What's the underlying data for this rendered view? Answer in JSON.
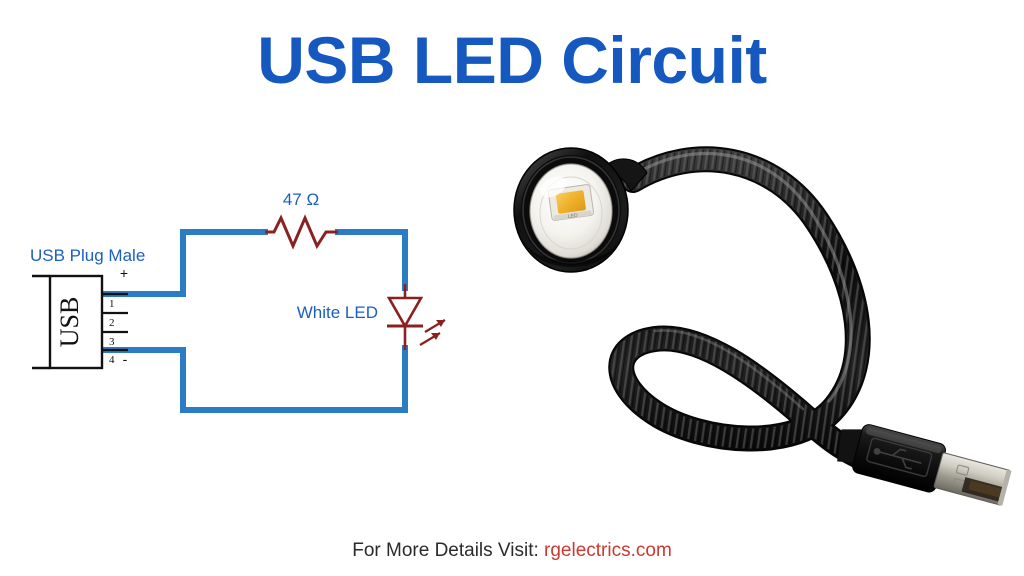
{
  "page": {
    "title": "USB LED Circuit",
    "background_color": "#ffffff",
    "title_color": "#1558c0"
  },
  "schematic": {
    "wire_color": "#2b7cc4",
    "component_color": "#8b2020",
    "label_color": "#1b5fc1",
    "resistor_label": "47 Ω",
    "led_label": "White LED",
    "connector_label": "USB Plug Male",
    "connector_body_text": "USB",
    "pins": [
      {
        "number": "1",
        "sign": "+"
      },
      {
        "number": "2",
        "sign": ""
      },
      {
        "number": "3",
        "sign": ""
      },
      {
        "number": "4",
        "sign": "-"
      }
    ],
    "plus_sign": "+",
    "minus_sign": "-"
  },
  "photo": {
    "alt": "usb-gooseneck-led-lamp-photo",
    "parts": {
      "lamp_head": "led-lamp-head",
      "gooseneck": "flexible-gooseneck-cable",
      "usb_plug": "usb-a-male-plug"
    },
    "colors": {
      "housing": "#111111",
      "lens": "#f2f2ee",
      "led_chip": "#f0b429",
      "metal": "#cfcfc8"
    }
  },
  "footer": {
    "prefix": "For More Details Visit: ",
    "url": "rgelectrics.com",
    "url_color": "#c93a32"
  }
}
